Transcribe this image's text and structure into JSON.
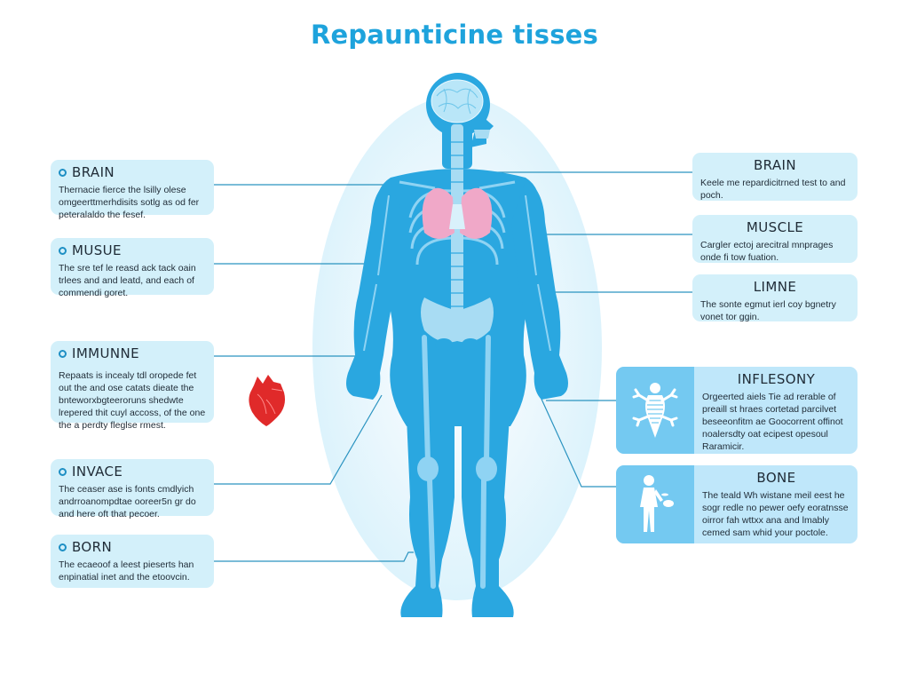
{
  "title": "Repaunticine tisses",
  "colors": {
    "title": "#1ea3dc",
    "body_fill": "#2aa7e0",
    "bone_fill": "#8fd3f3",
    "lung_fill": "#f0a8c8",
    "card_bg": "#d3f0fa",
    "card_icon_bg": "#74c9f1",
    "connector": "#2a93c0",
    "heart": "#e02a2a"
  },
  "left_cards": [
    {
      "heading": "BRAIN",
      "text": "Thernacie fierce the lsilly olese omgeerttmerhdisits sotlg as od fer peteralaldo the fesef."
    },
    {
      "heading": "MUSUE",
      "text": "The sre tef le reasd ack tack oain trlees and and leatd, and each of commendi goret."
    },
    {
      "heading": "IMMUNNE",
      "text": "Repaats is incealy tdl oropede fet out the and ose catats dieate the bnteworxbgteeroruns shedwte lrepered thit cuyl accoss, of the one the a perdty fleglse rmest."
    },
    {
      "heading": "INVACE",
      "text": "The ceaser ase is fonts cmdlyich andrroanompdtae ooreer5n gr do and here oft that pecoer."
    },
    {
      "heading": "BORN",
      "text": "The ecaeoof a leest pieserts han enpinatial inet and the etoovcin."
    }
  ],
  "right_cards": [
    {
      "heading": "BRAIN",
      "text": "Keele me repardicitrned test to and poch."
    },
    {
      "heading": "MUSCLE",
      "text": "Cargler ectoj arecitral mnprages onde fi tow fuation."
    },
    {
      "heading": "LIMNE",
      "text": "The sonte egmut ierl coy bgnetry vonet tor ggin."
    },
    {
      "heading": "INFLESONY",
      "icon": "spine-ribcage-icon",
      "text": "Orgeerted aiels Tie ad rerable of preaill st hraes cortetad parcilvet beseeonfitm ae Goocorrent offinot noalersdty oat ecipest opesoul Raramicir."
    },
    {
      "heading": "BONE",
      "icon": "human-figure-icon",
      "text": "The teald Wh wistane meil eest he sogr redle no pewer oefy eoratnsse oirror fah wttxx ana and lmably cemed sam whid your poctole."
    }
  ],
  "illustration": {
    "figure": "human-body-anatomy",
    "organs": [
      "brain",
      "spine",
      "lungs",
      "ribcage",
      "pelvis",
      "femur",
      "tibia"
    ],
    "side_icon": "heart-icon"
  }
}
